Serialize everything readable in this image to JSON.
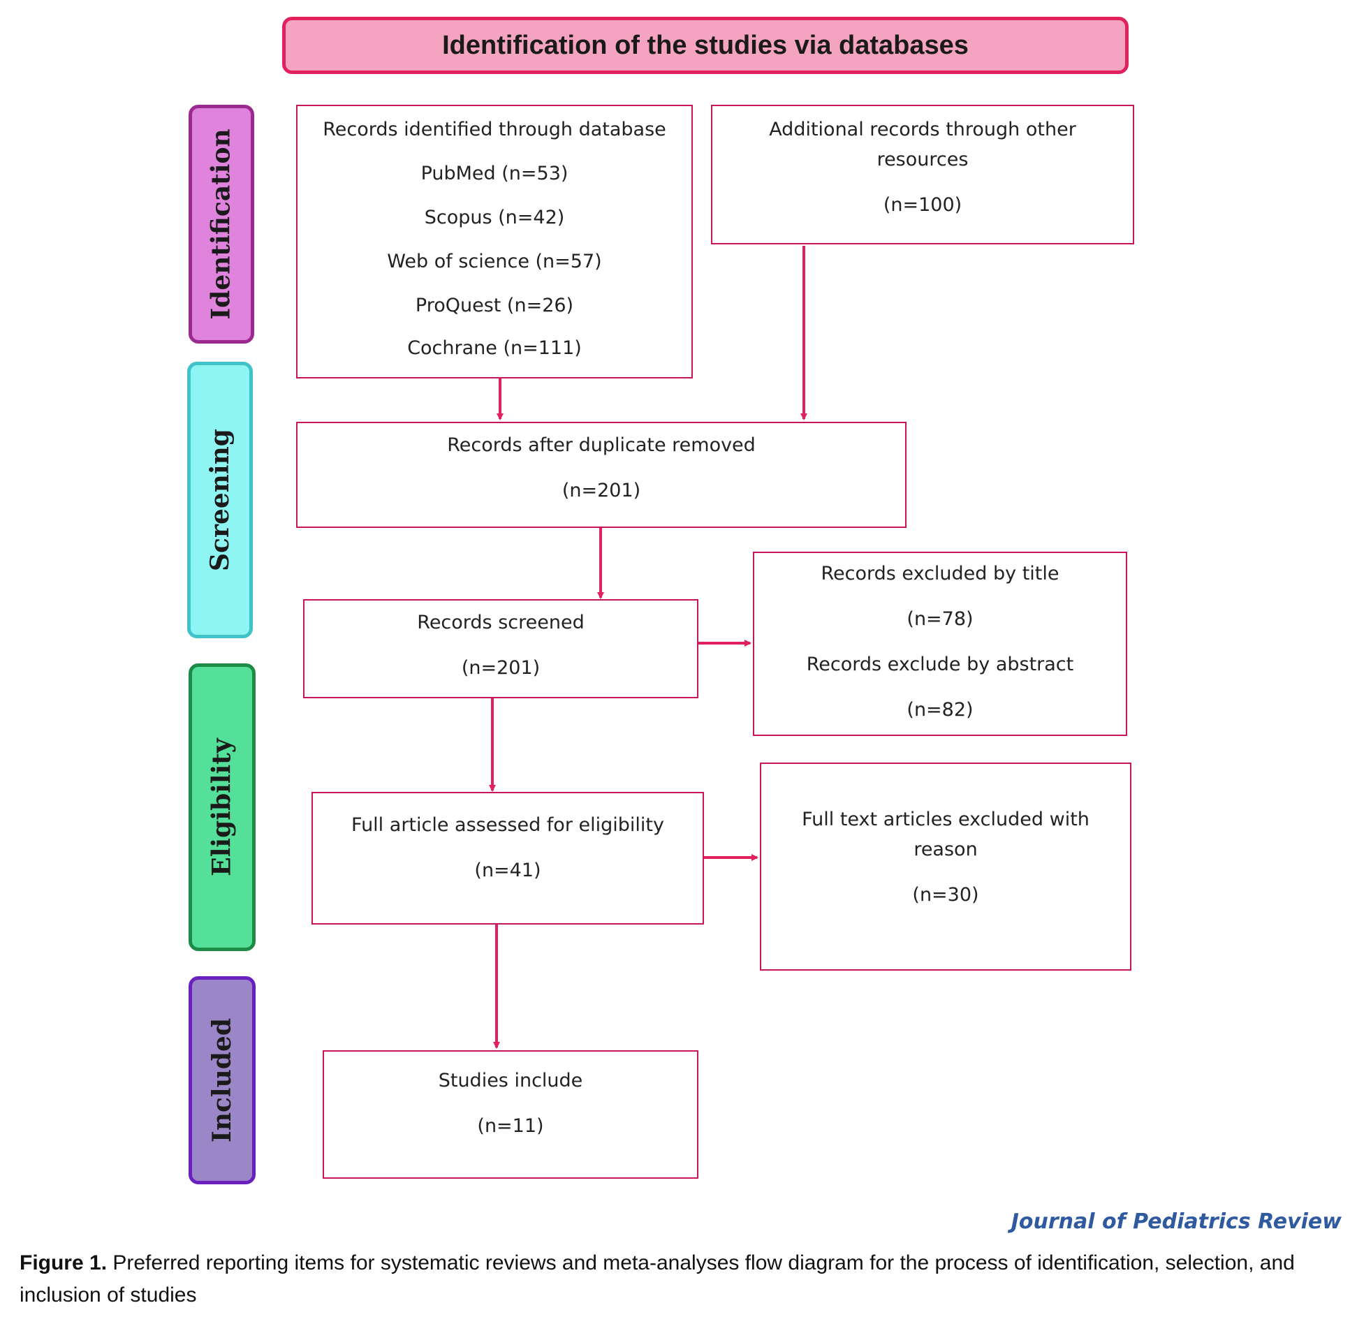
{
  "header": {
    "title": "Identification of the studies via databases"
  },
  "stages": [
    {
      "label": "Identification",
      "color": "#e083dc",
      "border": "#9a2a8e"
    },
    {
      "label": "Screening",
      "color": "#8ff5f3",
      "border": "#3fc2c9"
    },
    {
      "label": "Eligibility",
      "color": "#55e09a",
      "border": "#1e8a48"
    },
    {
      "label": "Included",
      "color": "#9b87c8",
      "border": "#6a1fbf"
    }
  ],
  "boxes": {
    "databases": {
      "title": "Records identified through database",
      "items": [
        "PubMed (n=53)",
        "Scopus (n=42)",
        "Web of science (n=57)",
        "ProQuest (n=26)",
        "Cochrane (n=111)"
      ]
    },
    "additional": {
      "line1": "Additional records through other",
      "line2": "resources",
      "count": "(n=100)"
    },
    "duplicates": {
      "title": "Records after duplicate removed",
      "count": "(n=201)"
    },
    "screened": {
      "title": "Records screened",
      "count": "(n=201)"
    },
    "excluded": {
      "title1": "Records excluded by title",
      "count1": "(n=78)",
      "title2": "Records exclude by abstract",
      "count2": "(n=82)"
    },
    "fulltext": {
      "title": "Full article assessed for eligibility",
      "count": "(n=41)"
    },
    "fulltext_excluded": {
      "line1": "Full text articles excluded with",
      "line2": "reason",
      "count": "(n=30)"
    },
    "included": {
      "title": "Studies include",
      "count": "(n=11)"
    }
  },
  "colors": {
    "arrow": "#e0215e",
    "box_border": "#c8145a"
  },
  "footer": {
    "journal": "Journal of Pediatrics Review",
    "figure_label": "Figure 1.",
    "caption": "Preferred reporting items for systematic reviews and meta-analyses flow diagram for the process of identification, selection, and inclusion of studies"
  }
}
